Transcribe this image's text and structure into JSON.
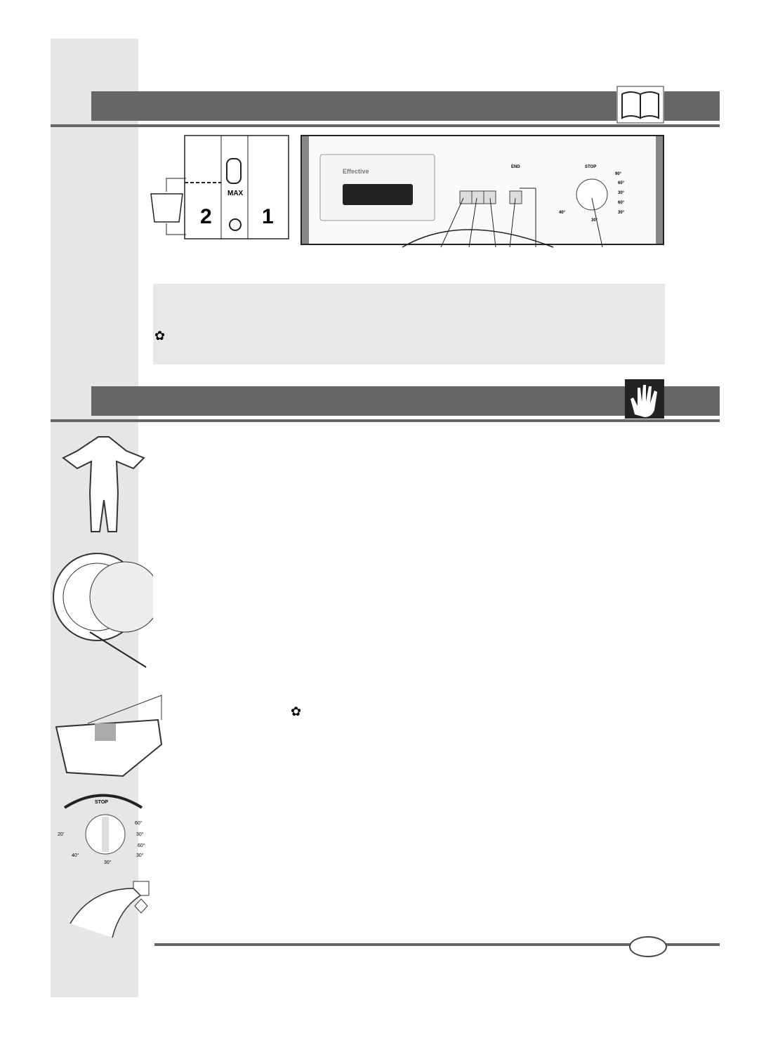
{
  "dispenser": {
    "compartment_2": "2",
    "compartment_1": "1",
    "max_label": "MAX"
  },
  "control_panel": {
    "brand_label": "Effective",
    "end_label": "END",
    "dial_stop_label": "STOP",
    "dial_temps_right": [
      "90°",
      "60°",
      "30°",
      "60°",
      "30°"
    ],
    "dial_temps_left": [
      "40°"
    ],
    "dial_temp_bottom": "30°"
  },
  "program_dial": {
    "stop_label": "STOP",
    "left_labels": [
      "20'",
      "40°"
    ],
    "right_labels": [
      "60°",
      "30°",
      "60°",
      "30°"
    ],
    "bottom_label": "30°"
  },
  "icons": {
    "header1": "book-icon",
    "header2": "hand-icon",
    "softener": "flower-icon"
  }
}
